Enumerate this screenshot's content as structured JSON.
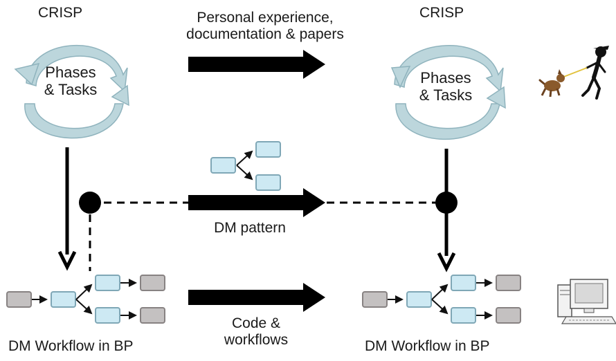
{
  "left_cycle": {
    "title": "CRISP",
    "center_line1": "Phases",
    "center_line2": "& Tasks"
  },
  "right_cycle": {
    "title": "CRISP",
    "center_line1": "Phases",
    "center_line2": "& Tasks"
  },
  "top_arrow": {
    "line1": "Personal experience,",
    "line2": "documentation & papers"
  },
  "middle_arrow": {
    "label": "DM pattern"
  },
  "bottom_arrow": {
    "line1": "Code &",
    "line2": "workflows"
  },
  "left_workflow": {
    "caption": "DM Workflow in BP"
  },
  "right_workflow": {
    "caption": "DM Workflow in BP"
  },
  "icons": [
    "person-with-dog-icon",
    "computer-icon"
  ],
  "colors": {
    "cycle_fill": "#bcd6dc",
    "cycle_stroke": "#8fb3bd",
    "node_light_blue": "#cde9f3",
    "node_blue_border": "#7fa7b6",
    "node_gray": "#c4c1c1",
    "node_gray_border": "#878282",
    "arrow": "#000000"
  }
}
